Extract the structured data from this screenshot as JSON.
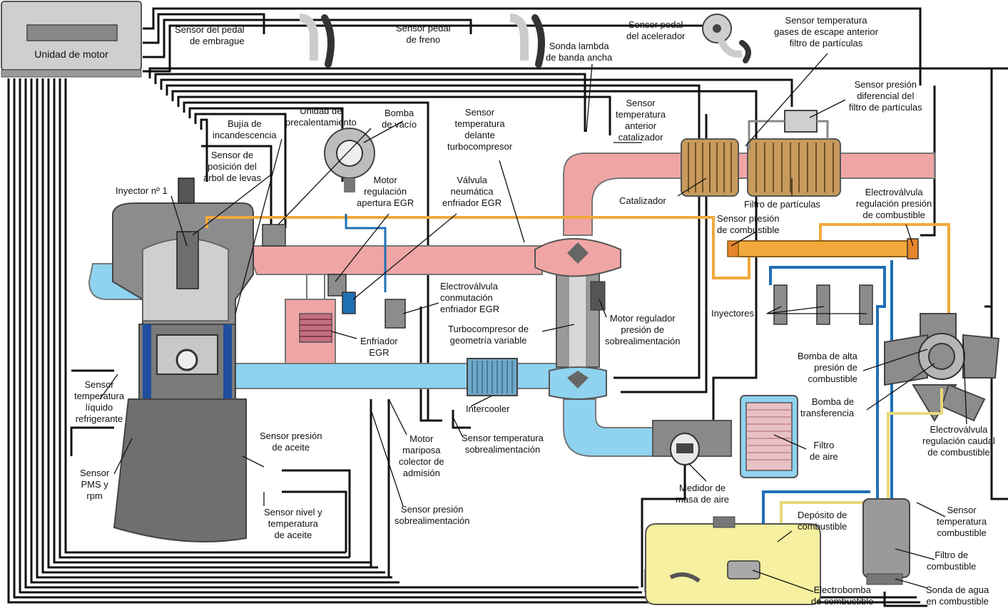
{
  "ecu": {
    "label": "Unidad de motor"
  },
  "labels": {
    "sensor_pedal_embrague": "Sensor del pedal\nde embrague",
    "sensor_pedal_freno": "Sensor pedal\nde freno",
    "sonda_lambda": "Sonda lambda\nde banda ancha",
    "sensor_pedal_acelerador": "Sensor pedal\ndel acelerador",
    "sensor_temp_gases": "Sensor temperatura\ngases de escape anterior\nfiltro de partículas",
    "sensor_presion_diferencial": "Sensor presión\ndiferencial del\nfiltro de partículas",
    "bujia": "Bujía de\nincandescencia",
    "unidad_precalentamiento": "Unidad de\nprecalentamiento",
    "bomba_vacio": "Bomba\nde vacío",
    "sensor_temp_turbo": "Sensor\ntemperatura\ndelante\nturbocompresor",
    "sensor_temp_catalizador": "Sensor\ntemperatura\nanterior\ncatalizador",
    "sensor_arbol_levas": "Sensor de\nposición del\nárbol de levas",
    "inyector_1": "Inyector nº 1",
    "motor_egr": "Motor\nregulación\napertura EGR",
    "valvula_neumatica": "Válvula\nneumática\nenfriador EGR",
    "catalizador": "Catalizador",
    "filtro_particulas": "Filtro de partículas",
    "electrovalvula_presion": "Electroválvula\nregulación presión\nde combustible",
    "sensor_presion_combustible": "Sensor presión\nde combustible",
    "electrovalvula_conmutacion": "Electroválvula\nconmutación\nenfriador EGR",
    "enfriador_egr": "Enfriador\nEGR",
    "turbocompresor": "Turbocompresor de\ngeometría variable",
    "motor_regulador_presion": "Motor regulador\npresión de\nsobrealimentación",
    "inyectores": "Inyectores",
    "bomba_alta_presion": "Bomba de alta\npresión de\ncombustible",
    "bomba_transferencia": "Bomba de\ntransferencia",
    "electrovalvula_caudal": "Electroválvula\nregulación caudal\nde combustible",
    "sensor_temp_liquido": "Sensor\ntemperatura\nlíquido\nrefrigerante",
    "intercooler": "Intercooler",
    "sensor_temp_sobrealimentacion": "Sensor temperatura\nsobrealimentación",
    "filtro_aire": "Filtro\nde aire",
    "motor_mariposa": "Motor\nmariposa\ncolector de\nadmisión",
    "sensor_presion_aceite": "Sensor presión\nde aceite",
    "sensor_pms": "Sensor\nPMS y\nrpm",
    "sensor_nivel_aceite": "Sensor nivel y\ntemperatura\nde aceite",
    "sensor_presion_sobrealimentacion": "Sensor presión\nsobrealimentación",
    "medidor_masa_aire": "Medidor de\nmasa de aire",
    "sensor_temp_combustible": "Sensor\ntemperatura\ncombustible",
    "deposito": "Depósito de\ncombustible",
    "filtro_combustible": "Filtro de\ncombustible",
    "electrobomba": "Electrobomba\nde combustible",
    "sonda_agua": "Sonda de agua\nen combustible"
  },
  "colors": {
    "exhaust": "#f0a5a5",
    "intake": "#8fd3f0",
    "wiring": "#111111",
    "fuel_high": "#f2a93b",
    "fuel_low": "#1f6fb5",
    "fuel_tank": "#f6f0a0",
    "engine": "#8c8c8c",
    "catalyst": "#c89a5c"
  }
}
